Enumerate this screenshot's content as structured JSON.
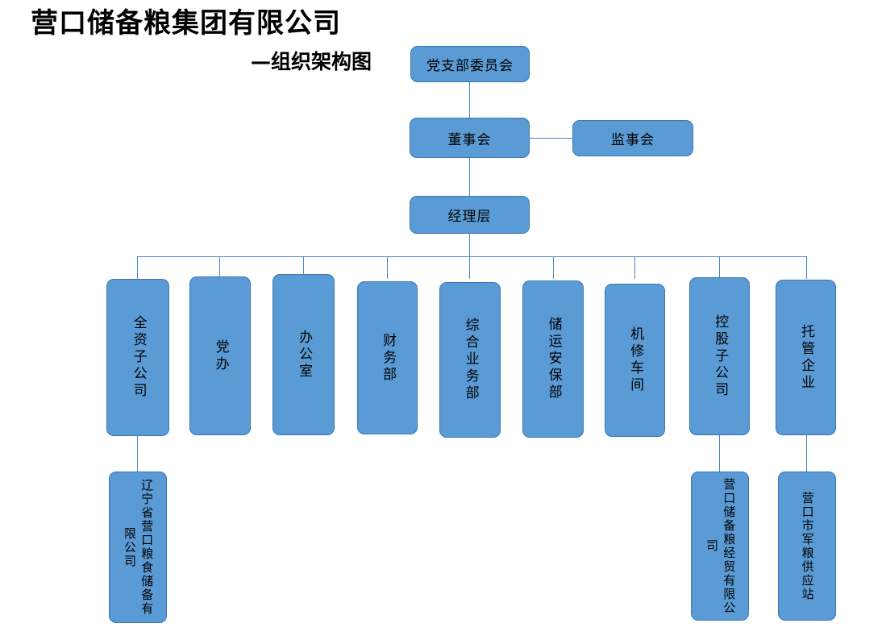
{
  "header": {
    "company_title": "营口储备粮集团有限公司",
    "subtitle": "—组织架构图"
  },
  "colors": {
    "node_fill": "#5B9BD5",
    "node_border": "#3A77B5",
    "connector": "#4A87C4",
    "text": "#000000",
    "background": "#FFFFFF"
  },
  "chart_data": {
    "type": "diagram",
    "diagram_kind": "org-chart",
    "title": "营口储备粮集团有限公司 —组织架构图",
    "nodes": [
      {
        "id": "party-branch",
        "label": "党支部委员会",
        "level": 0,
        "orientation": "horizontal"
      },
      {
        "id": "board-of-directors",
        "label": "董事会",
        "level": 1,
        "orientation": "horizontal"
      },
      {
        "id": "board-of-supervisors",
        "label": "监事会",
        "level": 1,
        "orientation": "horizontal"
      },
      {
        "id": "management",
        "label": "经理层",
        "level": 2,
        "orientation": "horizontal"
      },
      {
        "id": "dept-1",
        "label": "全资子公司",
        "level": 3,
        "orientation": "vertical"
      },
      {
        "id": "dept-2",
        "label": "党办",
        "level": 3,
        "orientation": "vertical"
      },
      {
        "id": "dept-3",
        "label": "办公室",
        "level": 3,
        "orientation": "vertical"
      },
      {
        "id": "dept-4",
        "label": "财务部",
        "level": 3,
        "orientation": "vertical"
      },
      {
        "id": "dept-5",
        "label": "综合业务部",
        "level": 3,
        "orientation": "vertical"
      },
      {
        "id": "dept-6",
        "label": "储运安保部",
        "level": 3,
        "orientation": "vertical"
      },
      {
        "id": "dept-7",
        "label": "机修车间",
        "level": 3,
        "orientation": "vertical"
      },
      {
        "id": "dept-8",
        "label": "控股子公司",
        "level": 3,
        "orientation": "vertical"
      },
      {
        "id": "dept-9",
        "label": "托管企业",
        "level": 3,
        "orientation": "vertical"
      },
      {
        "id": "sub-1",
        "label": "辽宁省营口粮食储备有限公司",
        "level": 4,
        "orientation": "vertical"
      },
      {
        "id": "sub-2",
        "label": "营口储备粮经贸有限公司",
        "level": 4,
        "orientation": "vertical"
      },
      {
        "id": "sub-3",
        "label": "营口市军粮供应站",
        "level": 4,
        "orientation": "vertical"
      }
    ],
    "edges": [
      {
        "from": "party-branch",
        "to": "board-of-directors"
      },
      {
        "from": "board-of-directors",
        "to": "board-of-supervisors"
      },
      {
        "from": "board-of-directors",
        "to": "management"
      },
      {
        "from": "management",
        "to": "dept-1"
      },
      {
        "from": "management",
        "to": "dept-2"
      },
      {
        "from": "management",
        "to": "dept-3"
      },
      {
        "from": "management",
        "to": "dept-4"
      },
      {
        "from": "management",
        "to": "dept-5"
      },
      {
        "from": "management",
        "to": "dept-6"
      },
      {
        "from": "management",
        "to": "dept-7"
      },
      {
        "from": "management",
        "to": "dept-8"
      },
      {
        "from": "management",
        "to": "dept-9"
      },
      {
        "from": "dept-1",
        "to": "sub-1"
      },
      {
        "from": "dept-8",
        "to": "sub-2"
      },
      {
        "from": "dept-9",
        "to": "sub-3"
      }
    ]
  },
  "nodes": {
    "party_branch": "党支部委员会",
    "board_of_directors": "董事会",
    "board_of_supervisors": "监事会",
    "management": "经理层",
    "departments": [
      "全资子公司",
      "党办",
      "办公室",
      "财务部",
      "综合业务部",
      "储运安保部",
      "机修车间",
      "控股子公司",
      "托管企业"
    ],
    "subsidiaries": [
      "辽宁省营口粮食储备有限公司",
      "营口储备粮经贸有限公司",
      "营口市军粮供应站"
    ]
  }
}
